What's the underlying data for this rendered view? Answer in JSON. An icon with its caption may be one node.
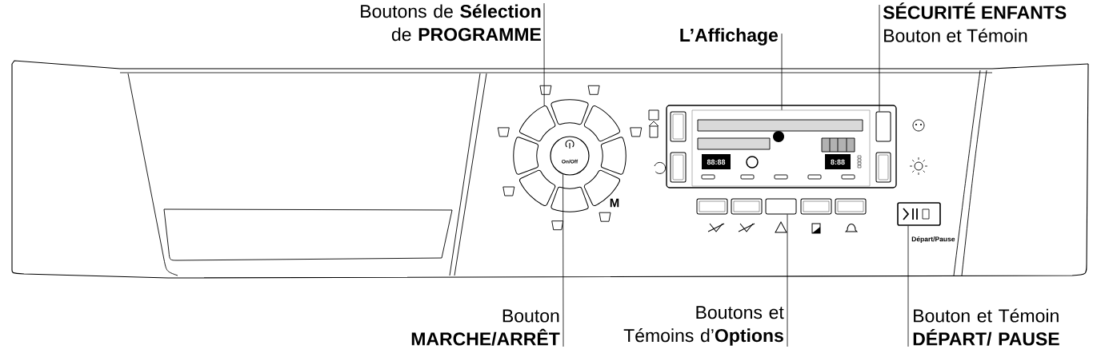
{
  "diagram": {
    "nodes": [
      {
        "text": [
          "Boutons de **Sélection** de **PROGRAMME**"
        ]
      },
      {
        "text": [
          "L’Affichage"
        ]
      },
      {
        "text": [
          "SÉCURITÉ ENFANTS",
          "Bouton et Témoin"
        ]
      },
      {
        "text": [],
        "shape": "circle"
      },
      {
        "text": [
          "On/Off"
        ],
        "in": 3
      },
      {
        "text": [],
        "shape": "box"
      },
      {
        "text": [],
        "shape": "box"
      },
      {
        "text": [],
        "shape": "box"
      },
      {
        "text": [],
        "shape": "box",
        "beside": [
          "Départ/Pause"
        ]
      },
      {
        "text": [
          "Bouton **MARCHE/ARRÊT**"
        ]
      },
      {
        "text": [
          "Boutons et Témoins d’**Options**"
        ]
      },
      {
        "text": [
          "Bouton et Témoin **DÉPART/ PAUSE**"
        ]
      }
    ],
    "edges": [
      {
        "from": 0,
        "to": 3,
        "arrow": "none"
      },
      {
        "from": 1,
        "to": 5,
        "arrow": "none"
      },
      {
        "from": 2,
        "to": 6,
        "arrow": "none"
      },
      {
        "from": 9,
        "to": 4,
        "arrow": "none"
      },
      {
        "from": 10,
        "to": 7,
        "arrow": "none"
      },
      {
        "from": 11,
        "to": 8,
        "arrow": "none"
      }
    ],
    "labels": [
      "M",
      "88:88",
      "8:88"
    ]
  }
}
